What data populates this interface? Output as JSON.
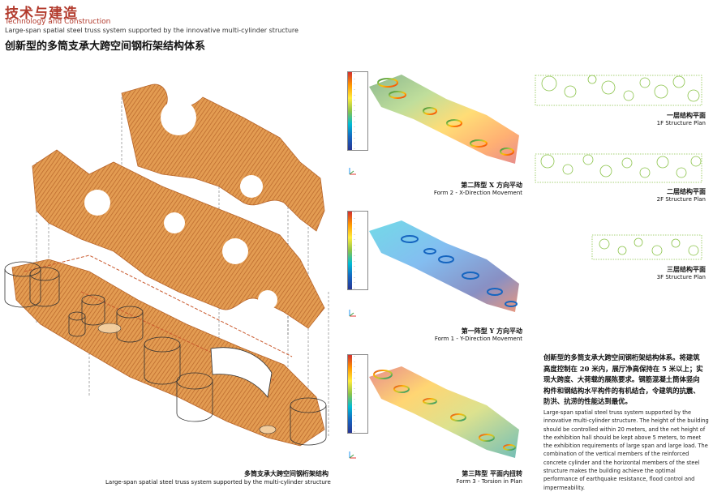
{
  "header": {
    "section_zh": "技术与建造",
    "section_en": "Technology and Construction",
    "tagline": "Large-span spatial steel truss system supported by the innovative multi-cylinder structure",
    "heading_zh": "创新型的多筒支承大跨空间钢桁架结构体系"
  },
  "axon": {
    "caption_zh": "多筒支承大跨空间钢桁架结构",
    "caption_en": "Large-span spatial steel truss system supported by the multi-cylinder structure",
    "colors": {
      "truss": "#e09a4f",
      "truss_dark": "#b8652a",
      "cylinder": "#444444",
      "dash": "#c9582c"
    }
  },
  "analysis": {
    "panels": [
      {
        "caption_zh": "第二阵型 X 方向平动",
        "caption_en": "Form 2 - X-Direction Movement"
      },
      {
        "caption_zh": "第一阵型 Y 方向平动",
        "caption_en": "Form 1 - Y-Direction Movement"
      },
      {
        "caption_zh": "第三阵型 平面内扭转",
        "caption_en": "Form 3 - Torsion in Plan"
      }
    ]
  },
  "plans": [
    {
      "label_zh": "一层结构平面",
      "label_en": "1F Structure Plan"
    },
    {
      "label_zh": "二层结构平面",
      "label_en": "2F Structure Plan"
    },
    {
      "label_zh": "三层结构平面",
      "label_en": "3F Structure Plan"
    }
  ],
  "description": {
    "zh": "创新型的多筒支承大跨空间钢桁架结构体系。将建筑高度控制在 20 米内，展厅净高保持在 5 米以上；实现大跨度、大荷载的展陈要求。钢筋混凝土筒体竖向构件和钢结构水平构件的有机结合，令建筑的抗震、防洪、抗涝的性能达到最优。",
    "en": "Large-span spatial steel truss system supported by the innovative multi-cylinder structure. The height of the building should be controlled within 20 meters, and the net height of the exhibition hall should be kept above 5 meters, to meet the exhibition requirements of large span and large load. The combination of the vertical members of the reinforced concrete cylinder and the horizontal members of the steel structure makes the building achieve the optimal performance of earthquake resistance, flood control and impermeability."
  }
}
